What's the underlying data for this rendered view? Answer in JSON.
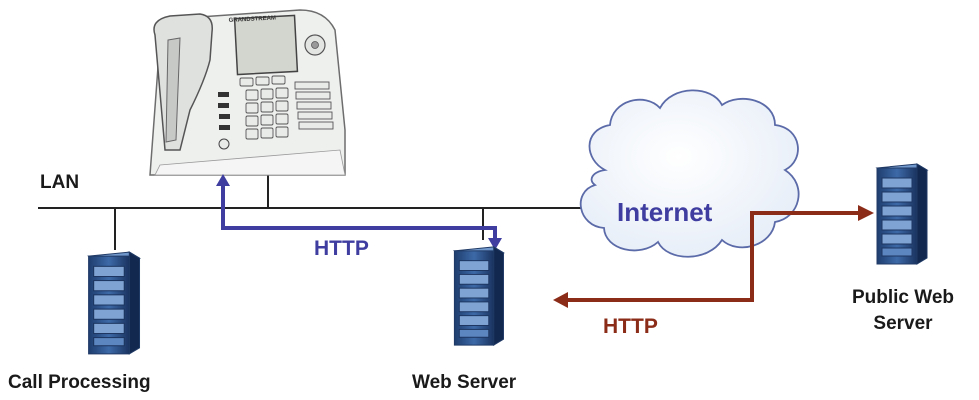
{
  "network": {
    "lan_label": "LAN",
    "internet_label": "Internet"
  },
  "nodes": {
    "phone": {
      "brand": "GRANDSTREAM",
      "icon": "ip-phone"
    },
    "call_processing": {
      "label": "Call Processing",
      "icon": "server-tower"
    },
    "web_server": {
      "label": "Web Server",
      "icon": "server-tower"
    },
    "public_web_server": {
      "label": "Public Web Server",
      "label_line1": "Public Web",
      "label_line2": "Server",
      "icon": "server-tower"
    }
  },
  "links": {
    "lan_http": {
      "label": "HTTP",
      "color": "#3f3ea0"
    },
    "internet_http": {
      "label": "HTTP",
      "color": "#8b2c18"
    }
  }
}
